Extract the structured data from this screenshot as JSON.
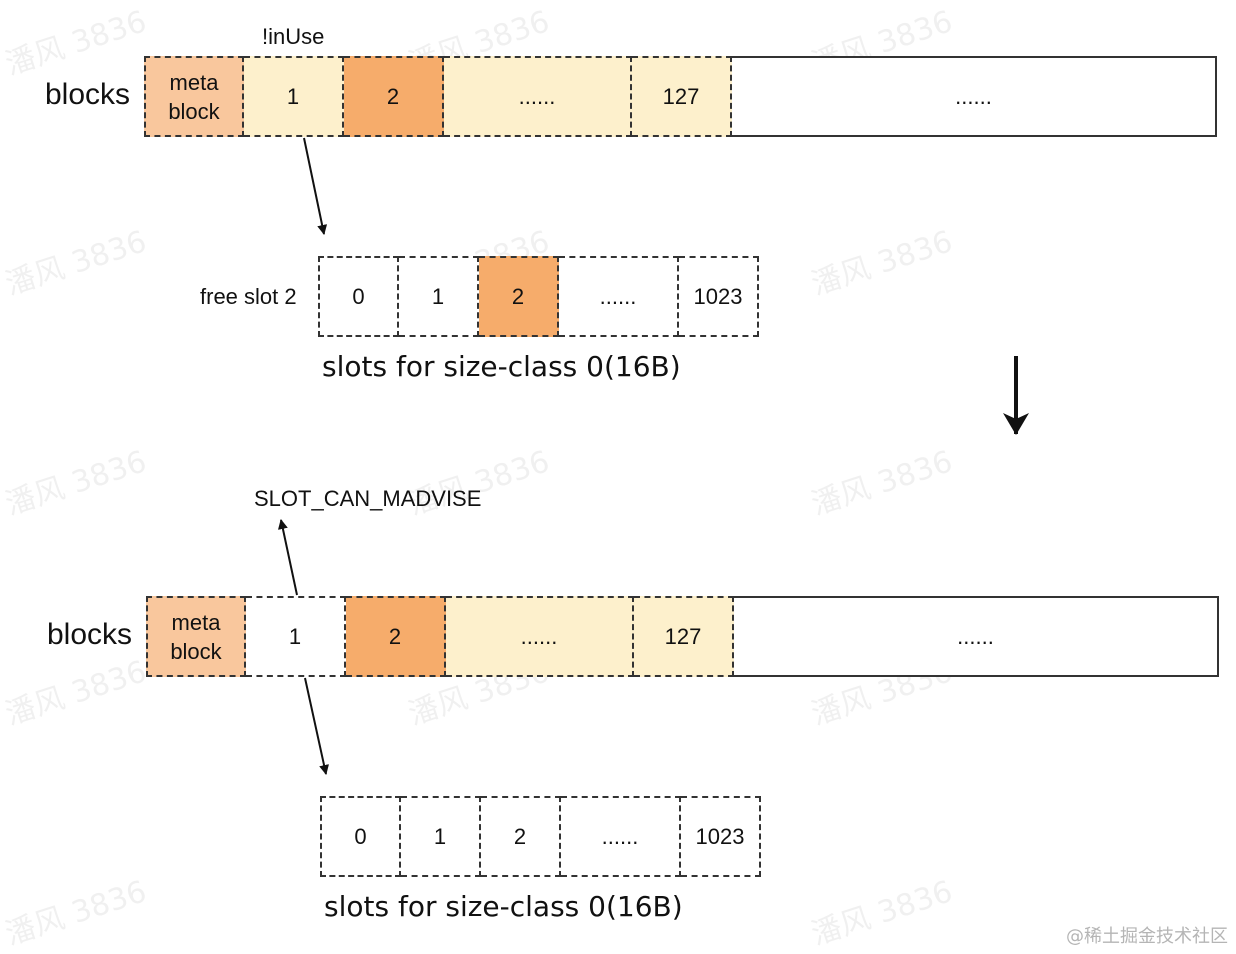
{
  "colors": {
    "meta": "#f9c79d",
    "light": "#fdf0cc",
    "highlight": "#f6ac6b",
    "empty": "#ffffff"
  },
  "top": {
    "blocks_label": "blocks",
    "in_use_note": "!inUse",
    "blocks": [
      {
        "text": "meta\nblock",
        "fill": "meta"
      },
      {
        "text": "1",
        "fill": "light"
      },
      {
        "text": "2",
        "fill": "highlight"
      },
      {
        "text": "......",
        "fill": "light"
      },
      {
        "text": "127",
        "fill": "light"
      },
      {
        "text": "......",
        "fill": "empty"
      }
    ],
    "slots_label": "free slot 2",
    "slots": [
      {
        "text": "0",
        "fill": "empty"
      },
      {
        "text": "1",
        "fill": "empty"
      },
      {
        "text": "2",
        "fill": "highlight"
      },
      {
        "text": "......",
        "fill": "empty"
      },
      {
        "text": "1023",
        "fill": "empty"
      }
    ],
    "caption": "slots for size-class 0(16B)"
  },
  "bottom": {
    "blocks_label": "blocks",
    "madvise_note": "SLOT_CAN_MADVISE",
    "blocks": [
      {
        "text": "meta\nblock",
        "fill": "meta"
      },
      {
        "text": "1",
        "fill": "empty"
      },
      {
        "text": "2",
        "fill": "highlight"
      },
      {
        "text": "......",
        "fill": "light"
      },
      {
        "text": "127",
        "fill": "light"
      },
      {
        "text": "......",
        "fill": "empty"
      }
    ],
    "slots": [
      {
        "text": "0",
        "fill": "empty"
      },
      {
        "text": "1",
        "fill": "empty"
      },
      {
        "text": "2",
        "fill": "empty"
      },
      {
        "text": "......",
        "fill": "empty"
      },
      {
        "text": "1023",
        "fill": "empty"
      }
    ],
    "caption": "slots for size-class 0(16B)"
  },
  "watermark": "潘风 3836",
  "footer": "@稀土掘金技术社区"
}
